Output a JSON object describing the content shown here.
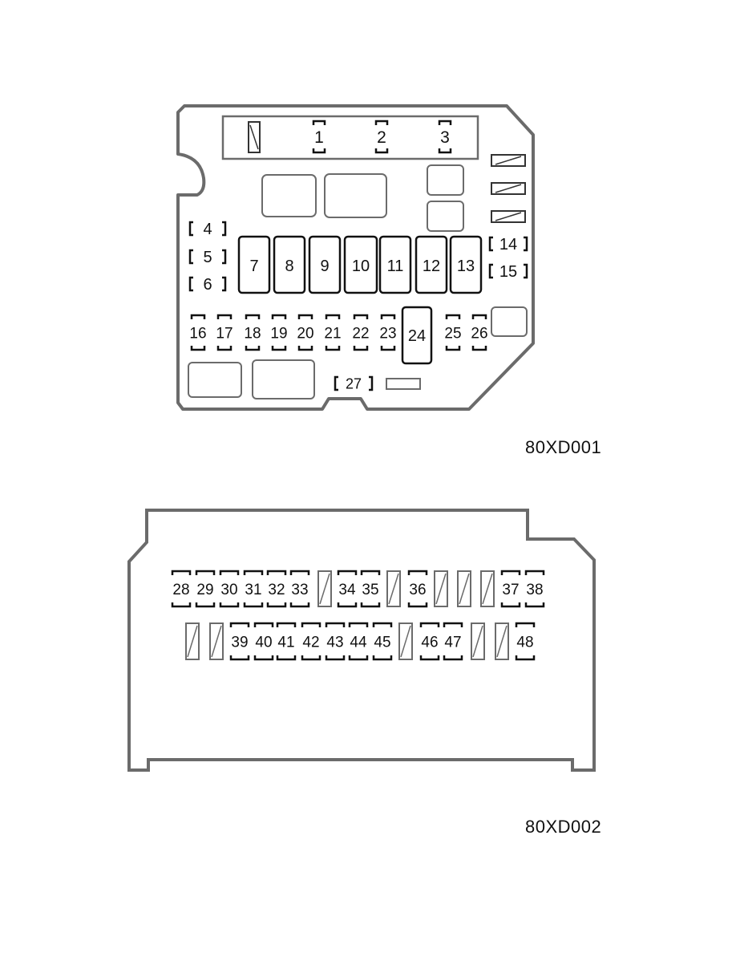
{
  "figures": [
    {
      "label": "80XD001",
      "slots_top": [
        "1",
        "2",
        "3"
      ],
      "slots_left": [
        "4",
        "5",
        "6"
      ],
      "fuses_large": [
        "7",
        "8",
        "9",
        "10",
        "11",
        "12",
        "13"
      ],
      "slots_right": [
        "14",
        "15"
      ],
      "fuses_row": [
        "16",
        "17",
        "18",
        "19",
        "20",
        "21",
        "22",
        "23",
        "24",
        "25",
        "26"
      ],
      "slot_bottom": "27"
    },
    {
      "label": "80XD002",
      "row1": [
        "28",
        "29",
        "30",
        "31",
        "32",
        "33",
        "",
        "34",
        "35",
        "",
        "36",
        "",
        "",
        "",
        "37",
        "38"
      ],
      "row2": [
        "",
        "",
        "39",
        "40",
        "41",
        "42",
        "43",
        "44",
        "45",
        "",
        "46",
        "47",
        "",
        "",
        "48"
      ]
    }
  ],
  "colors": {
    "outline": "#6b6b6b",
    "ink": "#111111",
    "hatch": "#6b6b6b"
  }
}
